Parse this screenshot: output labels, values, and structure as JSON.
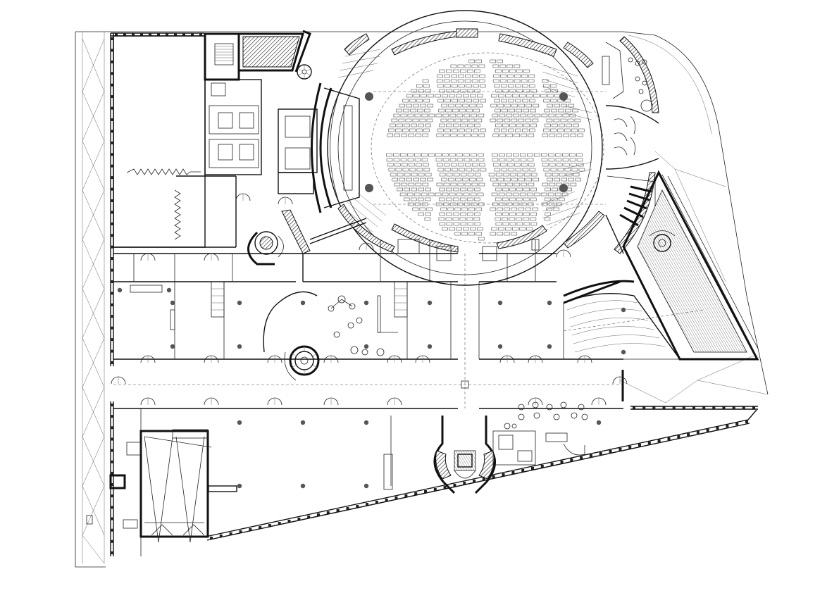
{
  "drawing": {
    "kind": "architectural-floor-plan",
    "symbols": [
      "column",
      "door-swing",
      "spiral-staircase",
      "auditorium-seating",
      "table-with-chairs",
      "stair-flight",
      "curtain-wall"
    ],
    "line_color": "#111111",
    "background": "#ffffff"
  }
}
